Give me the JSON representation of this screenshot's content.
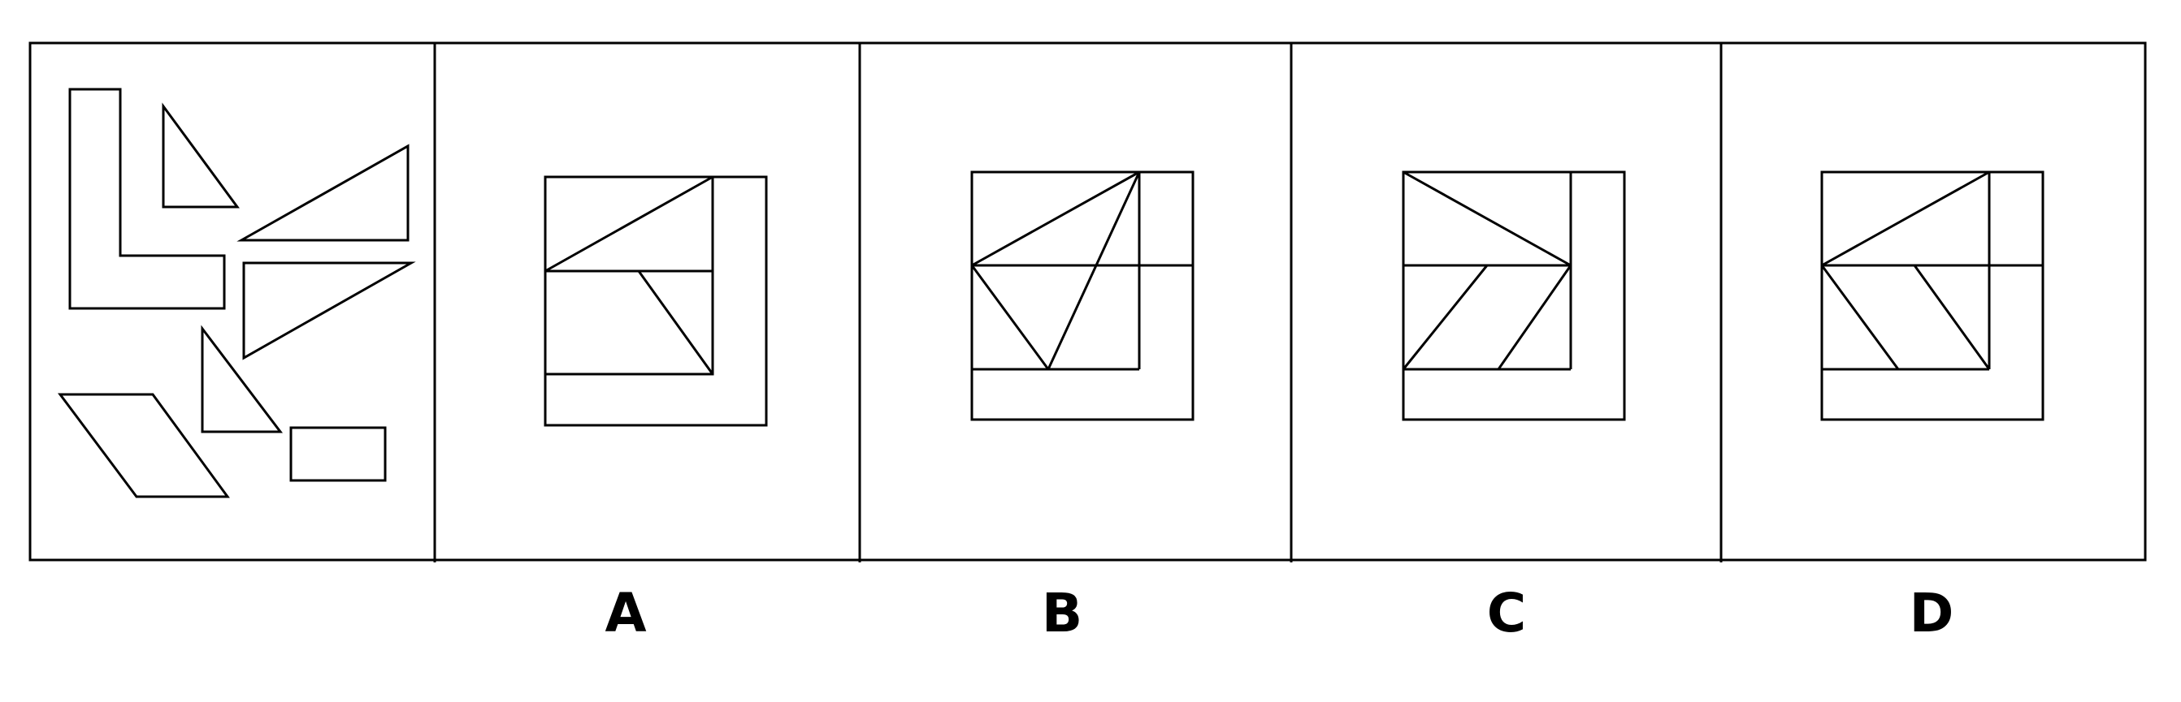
{
  "labels": {
    "a": "A",
    "b": "B",
    "c": "C",
    "d": "D"
  },
  "colors": {
    "background": "#ffffff",
    "stroke": "#000000"
  },
  "question": {
    "panels": [
      "question-pieces",
      "option-a",
      "option-b",
      "option-c",
      "option-d"
    ]
  }
}
